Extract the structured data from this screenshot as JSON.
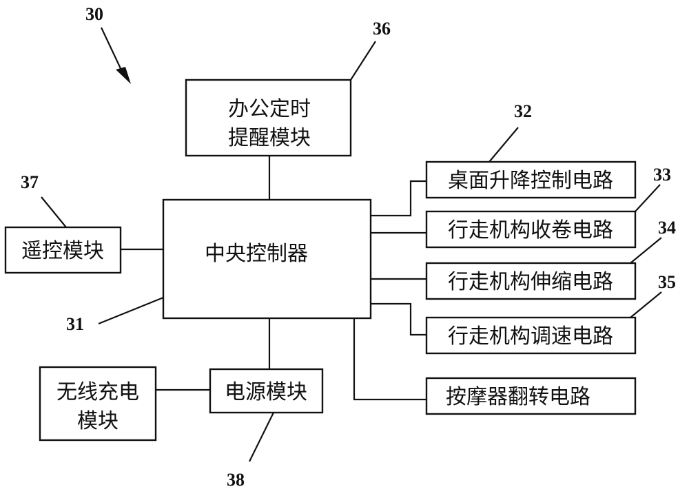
{
  "diagram": {
    "figure_ref": "30",
    "central_controller": {
      "ref": "31",
      "label": "中央控制器"
    },
    "office_reminder": {
      "ref": "36",
      "label_line1": "办公定时",
      "label_line2": "提醒模块"
    },
    "remote_control": {
      "ref": "37",
      "label": "遥控模块"
    },
    "power_module": {
      "ref": "38",
      "label": "电源模块"
    },
    "wireless_charging": {
      "label_line1": "无线充电",
      "label_line2": "模块"
    },
    "desk_lift_circuit": {
      "ref": "32",
      "label": "桌面升降控制电路"
    },
    "walker_winding_circuit": {
      "ref": "33",
      "label": "行走机构收卷电路"
    },
    "walker_telescopic_circuit": {
      "ref": "34",
      "label": "行走机构伸缩电路"
    },
    "walker_speed_circuit": {
      "ref": "35",
      "label": "行走机构调速电路"
    },
    "massager_flip_circuit": {
      "label": "按摩器翻转电路"
    }
  }
}
